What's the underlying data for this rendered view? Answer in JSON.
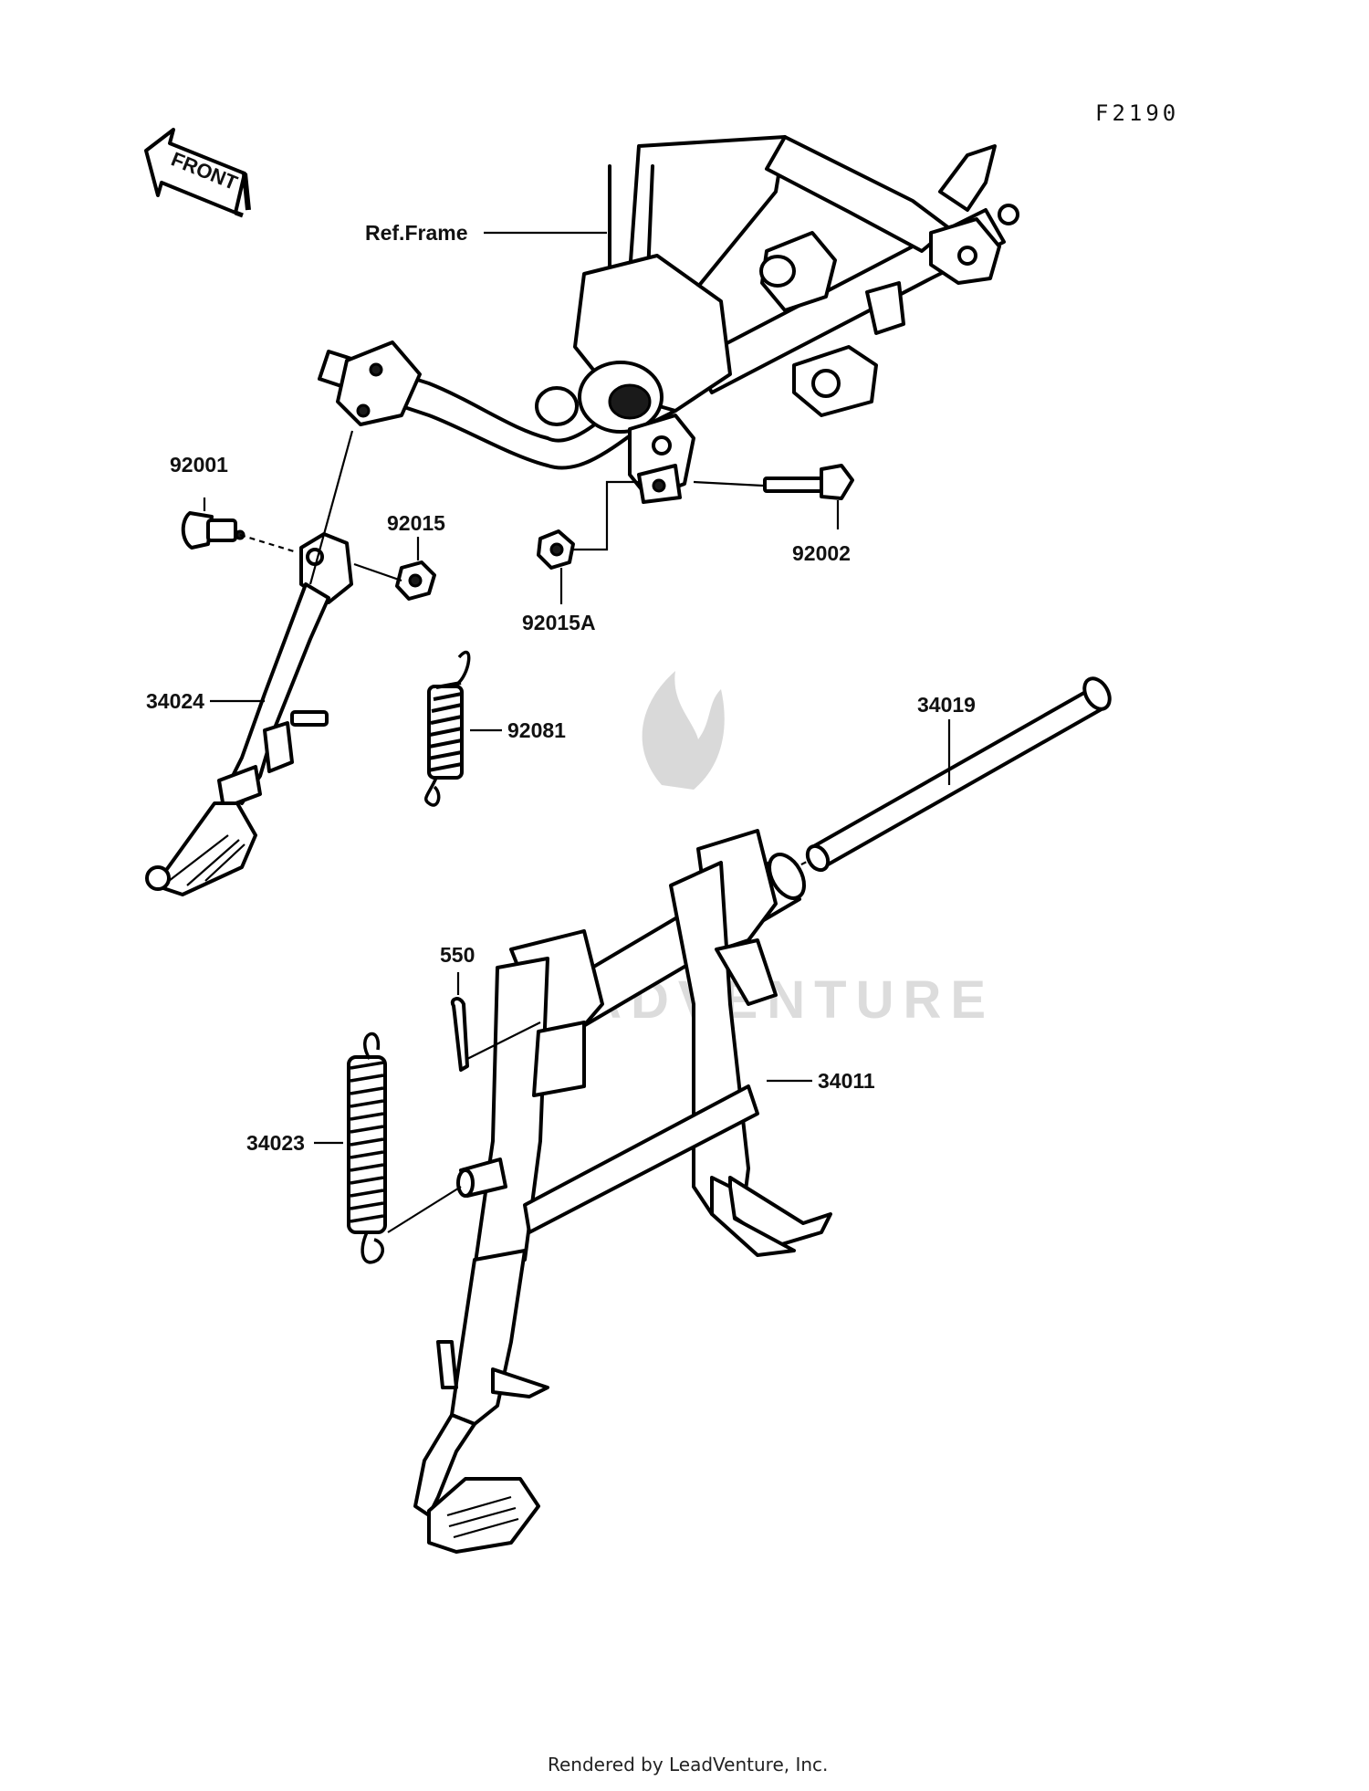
{
  "figure_code": "F2190",
  "front_label": "FRONT",
  "labels": {
    "ref_frame": "Ref.Frame",
    "p92001": "92001",
    "p92015": "92015",
    "p92015a": "92015A",
    "p92002": "92002",
    "p34024": "34024",
    "p92081": "92081",
    "p34019": "34019",
    "p550": "550",
    "p34011": "34011",
    "p34023": "34023"
  },
  "watermark_text": "LEADVENTURE",
  "footer": "Rendered by LeadVenture, Inc."
}
